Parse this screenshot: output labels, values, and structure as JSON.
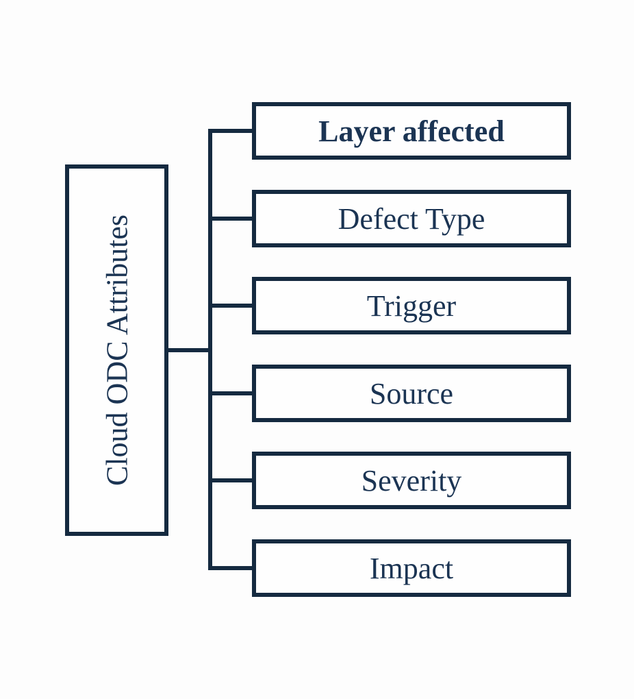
{
  "root": {
    "label": "Cloud ODC Attributes"
  },
  "attributes": [
    {
      "label": "Layer affected",
      "style": "bold"
    },
    {
      "label": "Defect Type",
      "style": "regular"
    },
    {
      "label": "Trigger",
      "style": "regular"
    },
    {
      "label": "Source",
      "style": "regular"
    },
    {
      "label": "Severity",
      "style": "regular"
    },
    {
      "label": "Impact",
      "style": "regular"
    }
  ],
  "colors": {
    "line": "#152a40",
    "text": "#1b3453",
    "background": "#fdfdfd",
    "box_fill": "#fefefe"
  }
}
